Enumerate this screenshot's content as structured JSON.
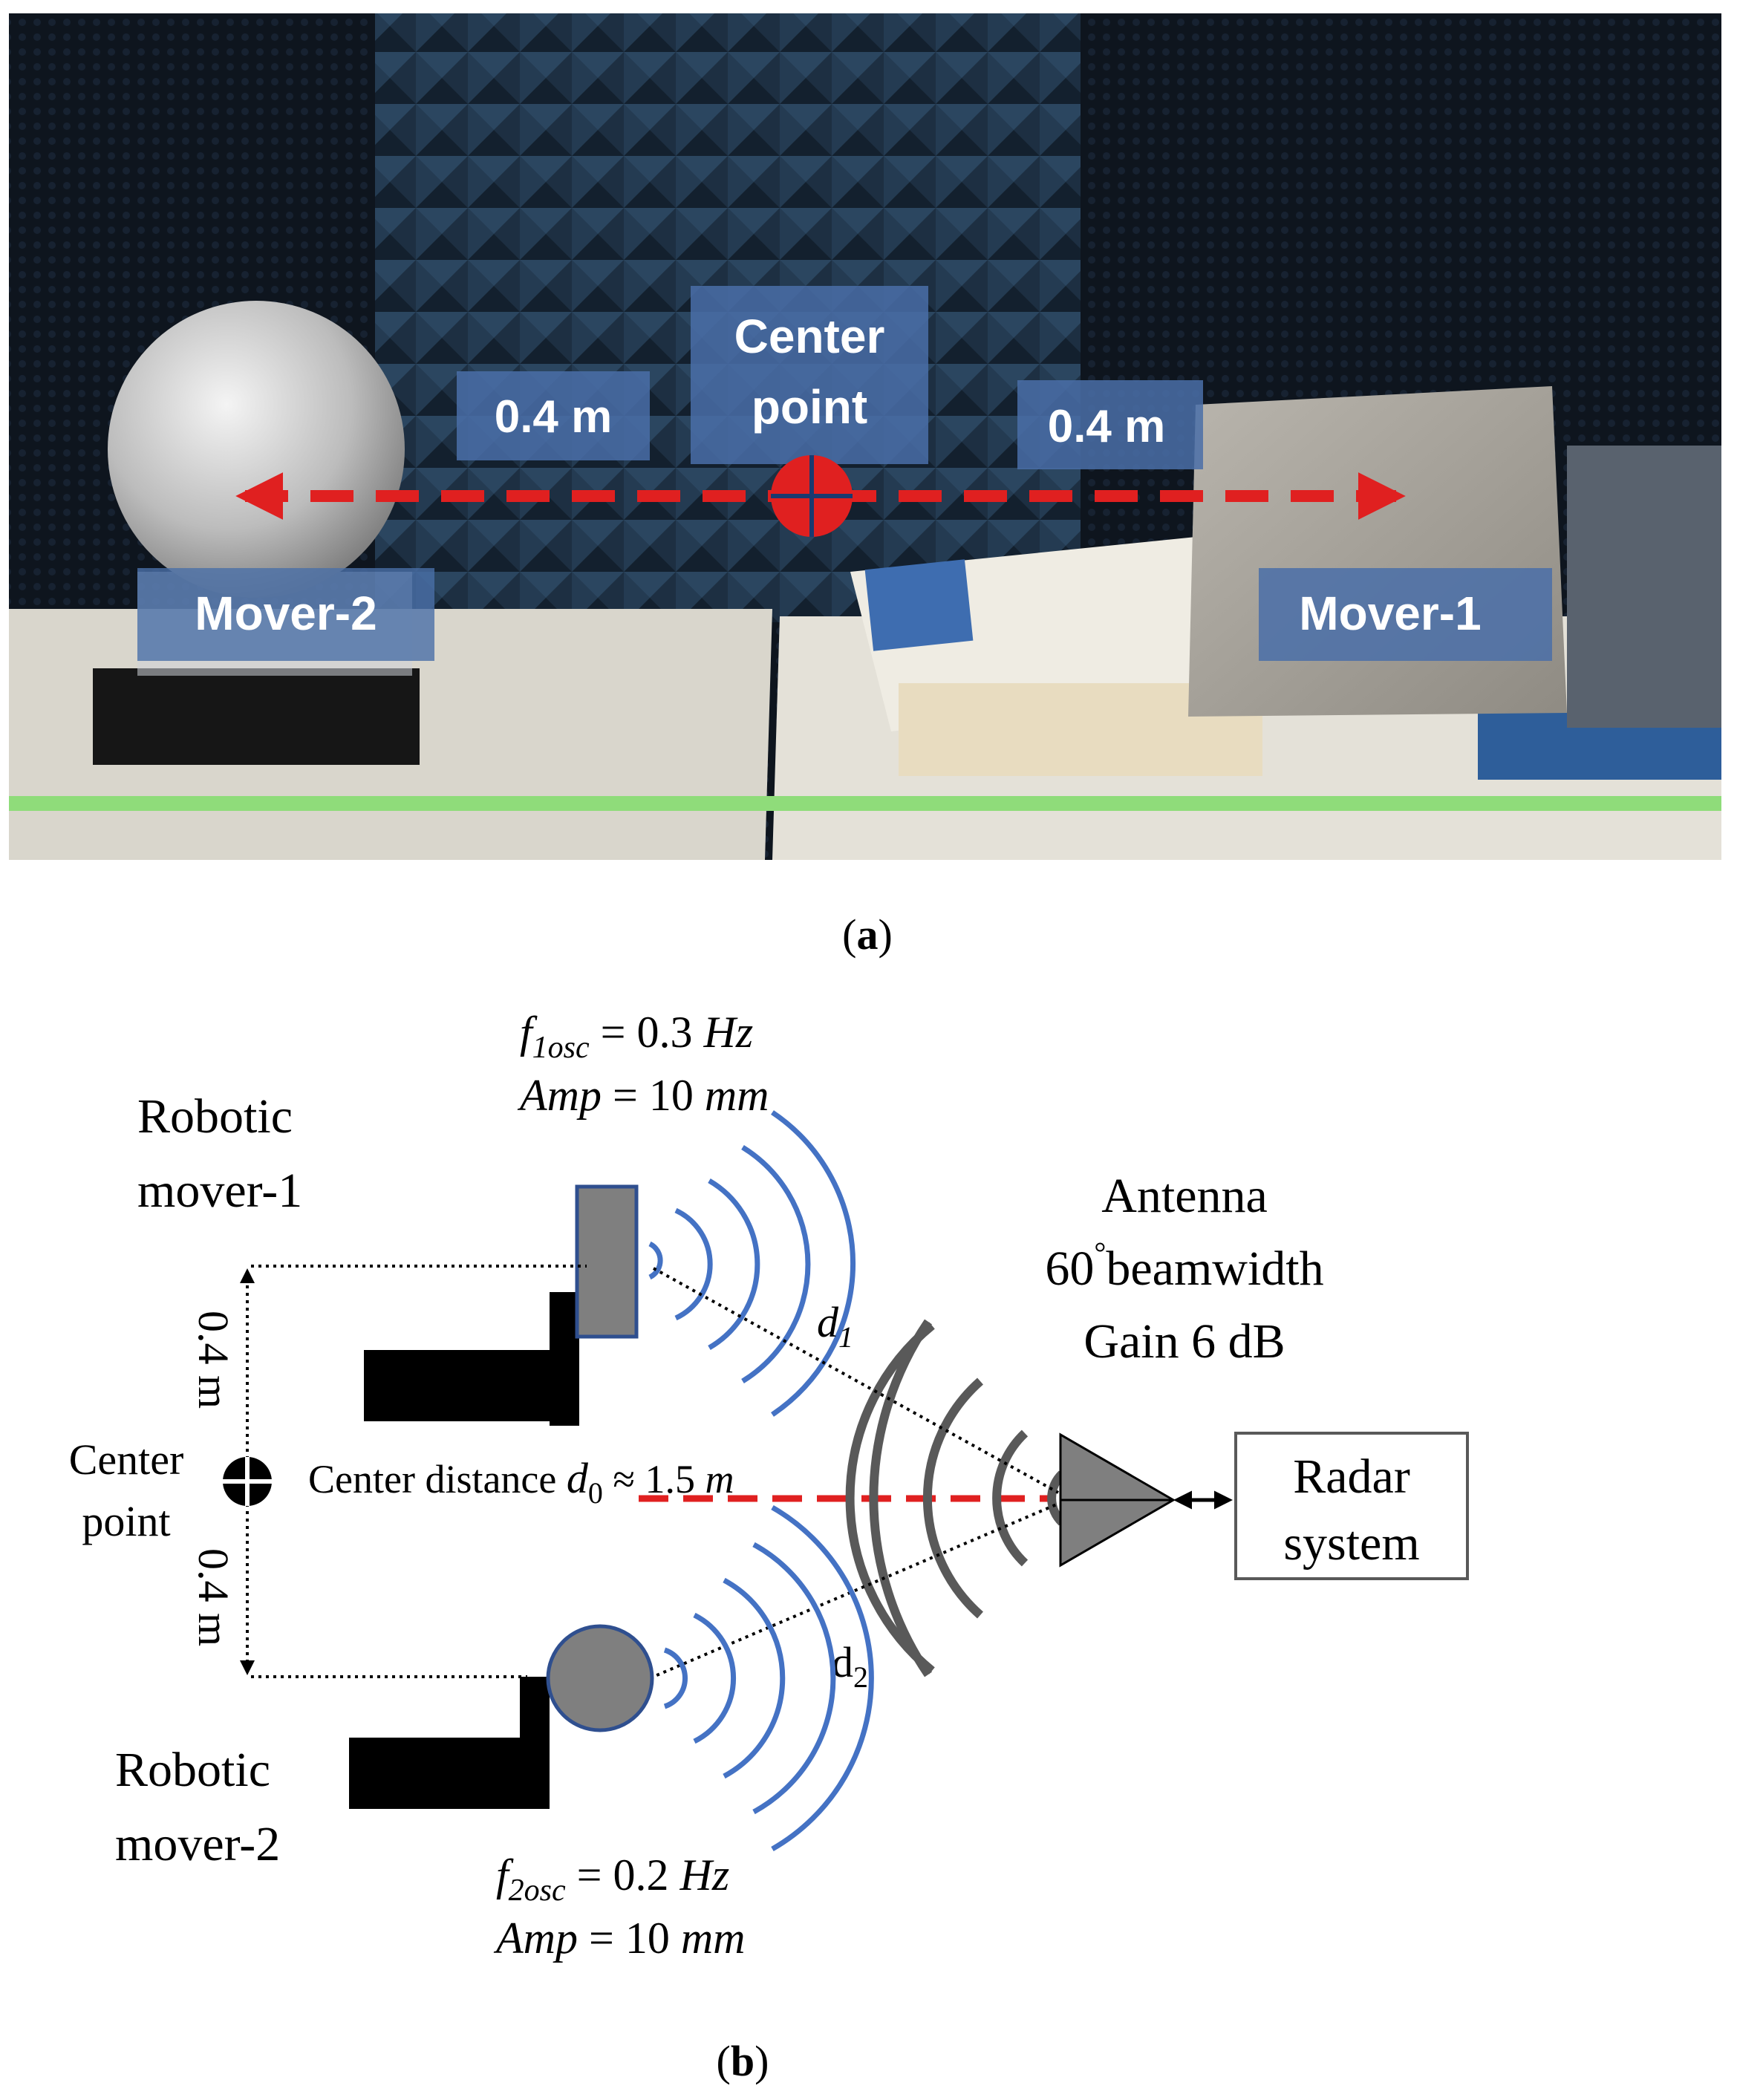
{
  "panel_a": {
    "caption_prefix": "(",
    "caption_letter": "a",
    "caption_suffix": ")",
    "labels": {
      "left_distance": "0.4 m",
      "center_line1": "Center",
      "center_line2": "point",
      "right_distance": "0.4 m",
      "mover2": "Mover-2",
      "mover1": "Mover-1"
    }
  },
  "panel_b": {
    "caption_prefix": "(",
    "caption_letter": "b",
    "caption_suffix": ")",
    "mover1_params": {
      "freq_var": "f",
      "freq_sub": "1osc",
      "freq_eq": " =  0.3 ",
      "freq_unit": "Hz",
      "amp_var": "Amp",
      "amp_eq": " =  10 ",
      "amp_unit": "mm"
    },
    "mover2_params": {
      "freq_var": "f",
      "freq_sub": "2osc",
      "freq_eq": " =  0.2 ",
      "freq_unit": "Hz",
      "amp_var": "Amp",
      "amp_eq": " = 10 ",
      "amp_unit": "mm"
    },
    "robotic_mover1_line1": "Robotic",
    "robotic_mover1_line2": "mover-1",
    "robotic_mover2_line1": "Robotic",
    "robotic_mover2_line2": "mover-2",
    "antenna_line1": "Antenna",
    "antenna_line2_num": "60",
    "antenna_line2_deg": "°",
    "antenna_line2_rest": "beamwidth",
    "antenna_line3": "Gain 6 dB",
    "radar_line1": "Radar",
    "radar_line2": "system",
    "center_point_line1": "Center",
    "center_point_line2": "point",
    "upper_distance": "0.4 m",
    "lower_distance": "0.4 m",
    "center_distance_text": "Center distance ",
    "center_distance_var": "d",
    "center_distance_sub": "0",
    "center_distance_value": " ≈ 1.5 ",
    "center_distance_unit": "m",
    "d1_var": "d",
    "d1_sub": "1",
    "d2_var": "d",
    "d2_sub": "2"
  },
  "colors": {
    "wave_blue": "#4472c4",
    "wave_gray": "#595959",
    "red_dash": "#e02020",
    "target_gray": "#7f7f7f",
    "photo_dark": "#16202c",
    "label_box": "#4a6fa8"
  }
}
